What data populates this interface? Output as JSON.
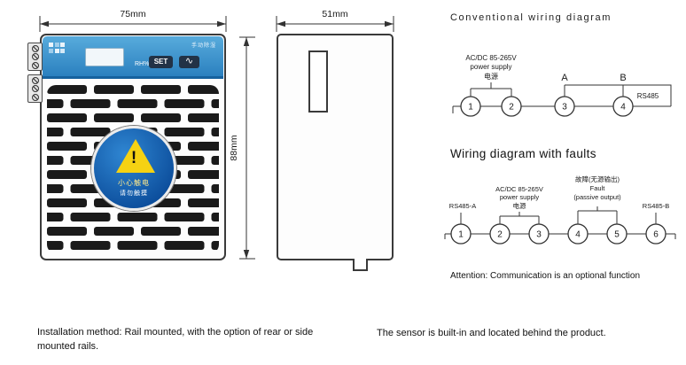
{
  "front_view": {
    "width_label": "75mm",
    "height_label": "88mm",
    "set_button": "SET",
    "rh_label": "RH%",
    "mode_label": "手动除湿",
    "wave_glyph": "∿",
    "warning": {
      "mark": "!",
      "line1": "小心触电",
      "line2": "请勿触摸"
    }
  },
  "side_view": {
    "width_label": "51mm"
  },
  "wiring_conventional": {
    "title": "Conventional wiring diagram",
    "terminals": [
      "1",
      "2",
      "3",
      "4"
    ],
    "power_line1": "AC/DC 85-265V",
    "power_line2": "power supply",
    "power_line3": "电源",
    "a_label": "A",
    "b_label": "B",
    "rs485_label": "RS485"
  },
  "wiring_faults": {
    "title": "Wiring diagram with faults",
    "terminals": [
      "1",
      "2",
      "3",
      "4",
      "5",
      "6"
    ],
    "rs485a_label": "RS485-A",
    "power_line1": "AC/DC 85-265V",
    "power_line2": "power supply",
    "power_line3": "电源",
    "fault_line1": "故障(无源输出)",
    "fault_line2": "Fault",
    "fault_line3": "(passive output)",
    "rs485b_label": "RS485-B",
    "attention": "Attention: Communication is an optional function"
  },
  "notes": {
    "installation": "Installation method: Rail mounted, with the option of rear or side mounted rails.",
    "sensor": "The sensor is built-in and located behind the product."
  },
  "colors": {
    "header_blue": "#2b80bf",
    "badge_blue": "#0d4f9d",
    "warning_yellow": "#f5d213",
    "slat_black": "#1a1a1a"
  }
}
